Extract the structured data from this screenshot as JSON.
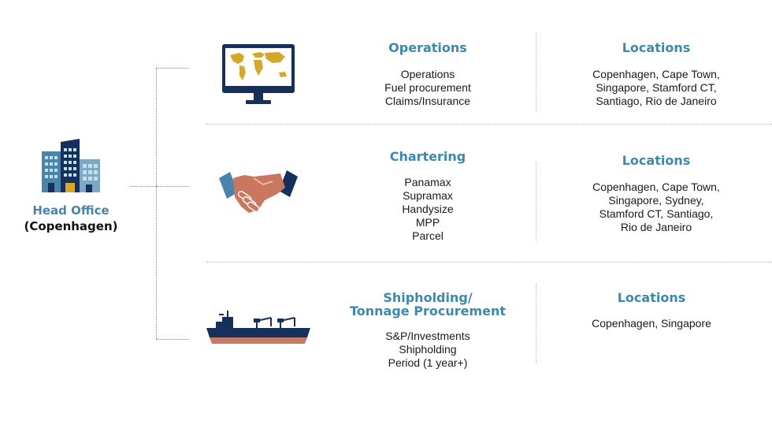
{
  "head_office": {
    "title": "Head Office",
    "subtitle": "(Copenhagen)"
  },
  "sections": [
    {
      "title_lines": [
        "Operations"
      ],
      "items": [
        "Operations",
        "Fuel procurement",
        "Claims/Insurance"
      ],
      "locations_title": "Locations",
      "locations": [
        "Copenhagen, Cape Town,",
        "Singapore, Stamford CT,",
        "Santiago, Rio de Janeiro"
      ]
    },
    {
      "title_lines": [
        "Chartering"
      ],
      "items": [
        "Panamax",
        "Supramax",
        "Handysize",
        "MPP",
        "Parcel"
      ],
      "locations_title": "Locations",
      "locations": [
        "Copenhagen, Cape Town,",
        "Singapore, Sydney,",
        "Stamford CT, Santiago,",
        "Rio de Janeiro"
      ]
    },
    {
      "title_lines": [
        "Shipholding/",
        "Tonnage Procurement"
      ],
      "items": [
        "S&P/Investments",
        "Shipholding",
        "Period (1 year+)"
      ],
      "locations_title": "Locations",
      "locations": [
        "Copenhagen, Singapore"
      ]
    }
  ],
  "icons": {
    "head_office": "office-buildings-icon",
    "section_1": "computer-world-map-icon",
    "section_2": "handshake-icon",
    "section_3": "cargo-ship-icon"
  },
  "colors": {
    "accent_blue": "#3d88ad",
    "navy": "#15305a",
    "gold": "#d4a82a",
    "skin": "#c9785f",
    "hull_red": "#c47a64"
  }
}
